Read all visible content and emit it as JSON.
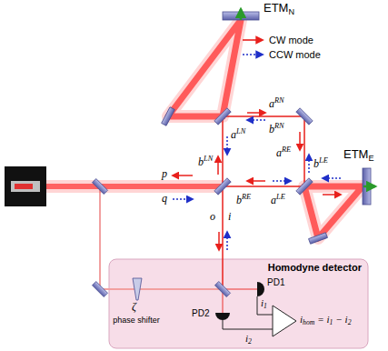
{
  "diagram": {
    "nodes": [
      {
        "text": [
          "Homodyne detector"
        ]
      }
    ],
    "labels": [
      "ETM",
      "N",
      "a",
      "LN",
      "b",
      "RN",
      "a",
      "RN",
      "b",
      "LN",
      "a",
      "RE",
      "b",
      "LE",
      "b",
      "RE",
      "a",
      "LE",
      "p",
      "q",
      "o",
      "i",
      "ETM",
      "E",
      "PD1",
      "PD2",
      "i",
      "1",
      "i",
      "2",
      "i",
      "hom",
      "= i",
      "1",
      "− i",
      "2",
      "ζ",
      "phase shifter"
    ],
    "legend": [
      {
        "text": "CW mode"
      },
      {
        "text": "CCW mode"
      }
    ]
  }
}
